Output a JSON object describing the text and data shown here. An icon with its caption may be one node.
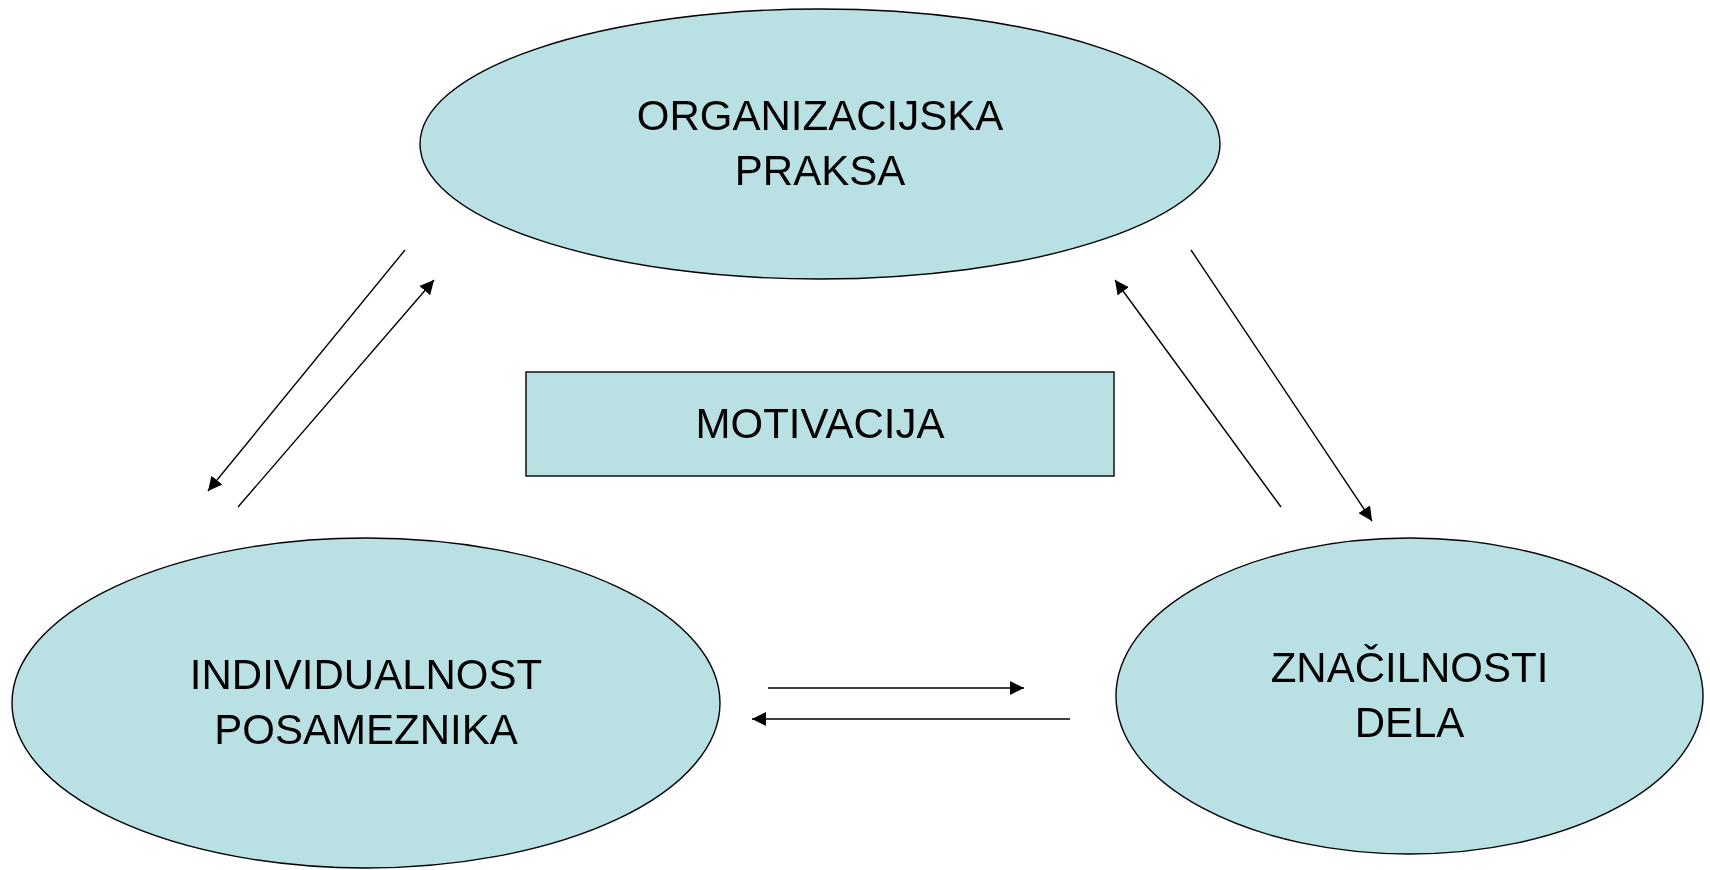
{
  "diagram": {
    "nodes": [
      {
        "text": [
          "ORGANIZACIJSKA PRAKSA"
        ]
      },
      {
        "text": [
          "MOTIVACIJA"
        ]
      },
      {
        "text": [
          "INDIVIDUALNOST POSAMEZNIKA"
        ]
      },
      {
        "text": [
          "ZNAČILNOSTI DELA"
        ]
      }
    ],
    "edges": [
      {
        "from": 0,
        "to": 2,
        "arrow": "to"
      },
      {
        "from": 2,
        "to": 0,
        "arrow": "to"
      },
      {
        "from": 3,
        "to": 0,
        "arrow": "to"
      },
      {
        "from": 0,
        "to": 3,
        "arrow": "to"
      },
      {
        "from": 2,
        "to": 3,
        "arrow": "to"
      },
      {
        "from": 3,
        "to": 2,
        "arrow": "to"
      }
    ]
  }
}
